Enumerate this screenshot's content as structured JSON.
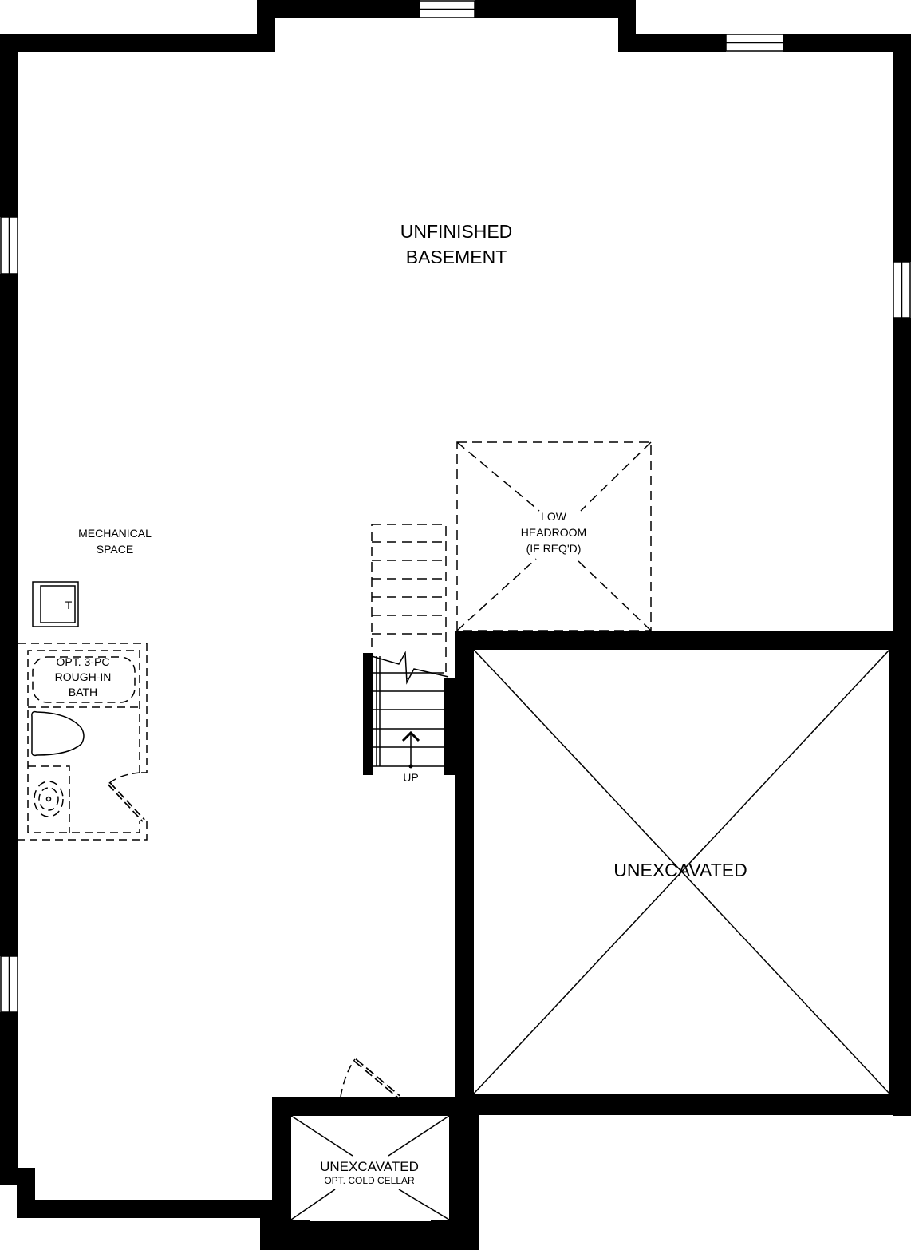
{
  "plan": {
    "title_line1": "UNFINISHED",
    "title_line2": "BASEMENT",
    "mechanical_line1": "MECHANICAL",
    "mechanical_line2": "SPACE",
    "tank_label": "T",
    "bath_line1": "OPT. 3-PC",
    "bath_line2": "ROUGH-IN",
    "bath_line3": "BATH",
    "low_headroom_line1": "LOW",
    "low_headroom_line2": "HEADROOM",
    "low_headroom_line3": "(IF REQ'D)",
    "stair_label": "UP",
    "unexcavated_label": "UNEXCAVATED",
    "cellar_label": "UNEXCAVATED",
    "cellar_sub_label": "OPT. COLD CELLAR"
  },
  "colors": {
    "wall": "#000000",
    "background": "#ffffff"
  }
}
